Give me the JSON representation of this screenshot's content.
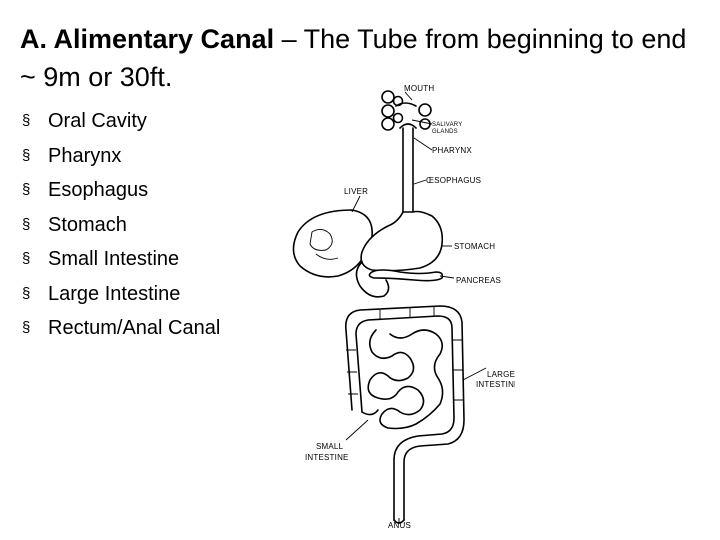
{
  "title": {
    "bold": "A. Alimentary Canal",
    "rest": " – The Tube from beginning to end ~ 9m or 30ft."
  },
  "bullet_marker": "§",
  "bullets": [
    "Oral Cavity",
    "Pharynx",
    "Esophagus",
    "Stomach",
    "Small Intestine",
    "Large Intestine",
    "Rectum/Anal Canal"
  ],
  "diagram_labels": {
    "mouth": "MOUTH",
    "salivary_1": "SALIVARY",
    "salivary_2": "GLANDS",
    "pharynx": "PHARYNX",
    "oesophagus": "ŒSOPHAGUS",
    "liver": "LIVER",
    "stomach": "STOMACH",
    "pancreas": "PANCREAS",
    "large_intestine_1": "LARGE",
    "large_intestine_2": "INTESTINE",
    "small_intestine_1": "SMALL",
    "small_intestine_2": "INTESTINE",
    "anus": "ANUS"
  }
}
